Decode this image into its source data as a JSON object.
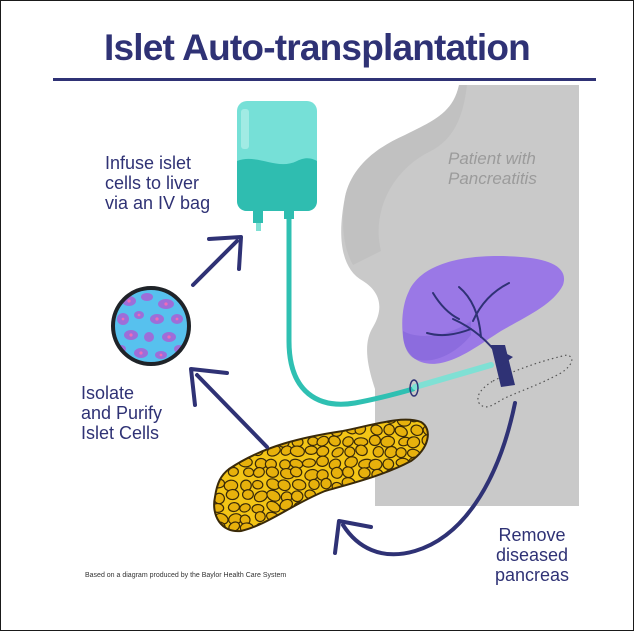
{
  "diagram": {
    "title": "Islet Auto-transplantation",
    "steps": {
      "infuse": "Infuse islet\ncells to liver\nvia an IV bag",
      "isolate": "Isolate\nand Purify\nIslet Cells",
      "remove": "Remove\ndiseased\npancreas"
    },
    "patient_label": "Patient with\nPancreatitis",
    "credit": "Based on a diagram produced by the Baylor Health Care System"
  },
  "colors": {
    "title": "#2f3275",
    "arrow": "#2f3275",
    "iv_bag": "#73ddd5",
    "tube": "#2fc0b2",
    "liver": "#9b79e6",
    "pancreas": "#f5c518",
    "silhouette": "#c8c8c8",
    "cells": "#5ac3ee"
  },
  "icons": [
    "iv-bag-icon",
    "islet-cells-icon",
    "liver-icon",
    "pancreas-icon",
    "patient-silhouette",
    "arrow-icon"
  ]
}
